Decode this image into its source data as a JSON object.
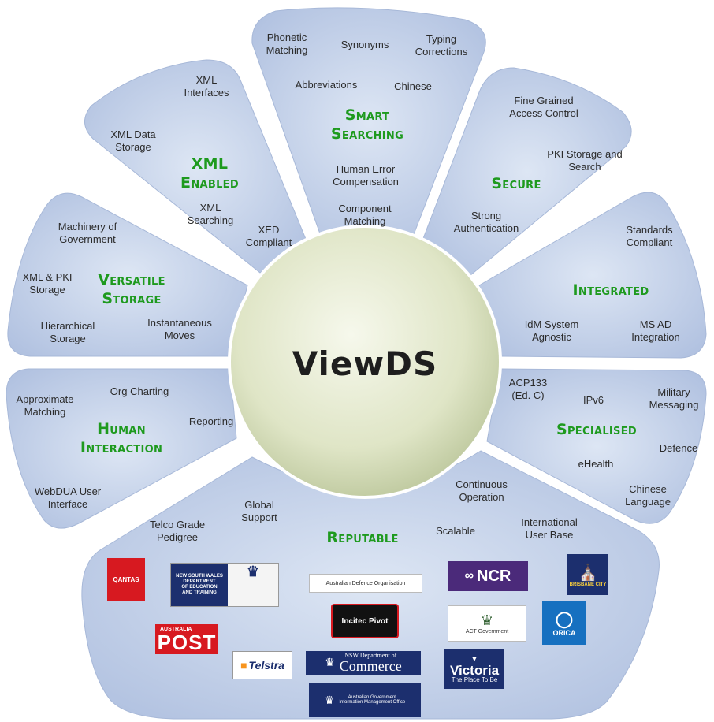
{
  "center": {
    "title": "ViewDS"
  },
  "petals": [
    {
      "id": "smart-searching",
      "heading": "Smart\nSearching",
      "items": [
        "Phonetic\nMatching",
        "Synonyms",
        "Typing\nCorrections",
        "Abbreviations",
        "Chinese",
        "Human Error\nCompensation",
        "Component\nMatching"
      ]
    },
    {
      "id": "secure",
      "heading": "Secure",
      "items": [
        "Fine Grained\nAccess Control",
        "PKI Storage and\nSearch",
        "Strong\nAuthentication"
      ]
    },
    {
      "id": "integrated",
      "heading": "Integrated",
      "items": [
        "Standards\nCompliant",
        "IdM System\nAgnostic",
        "MS AD\nIntegration"
      ]
    },
    {
      "id": "specialised",
      "heading": "Specialised",
      "items": [
        "ACP133\n(Ed. C)",
        "IPv6",
        "Military\nMessaging",
        "Defence",
        "eHealth",
        "Chinese\nLanguage"
      ]
    },
    {
      "id": "reputable",
      "heading": "Reputable",
      "items": [
        "Continuous\nOperation",
        "International\nUser Base",
        "Scalable",
        "Global\nSupport",
        "Telco Grade\nPedigree"
      ]
    },
    {
      "id": "human-interaction",
      "heading": "Human\nInteraction",
      "items": [
        "Approximate\nMatching",
        "Org Charting",
        "Reporting",
        "WebDUA User\nInterface"
      ]
    },
    {
      "id": "versatile-storage",
      "heading": "Versatile\nStorage",
      "items": [
        "Machinery of\nGovernment",
        "XML & PKI\nStorage",
        "Hierarchical\nStorage",
        "Instantaneous\nMoves"
      ]
    },
    {
      "id": "xml-enabled",
      "heading": "XML\nEnabled",
      "items": [
        "XML\nInterfaces",
        "XML Data\nStorage",
        "XML\nSearching",
        "XED\nCompliant"
      ]
    }
  ],
  "logos": {
    "qantas": "QANTAS",
    "nsw_education": "NEW SOUTH WALES\nDEPARTMENT\nOF EDUCATION\nAND TRAINING",
    "defence": "Australian Defence Organisation",
    "ncr": "NCR",
    "brisbane": "BRISBANE CITY",
    "australia_post_small": "AUSTRALIA",
    "australia_post": "POST",
    "incitec": "Incitec Pivot",
    "act": "ACT Government",
    "orica": "ORICA",
    "telstra": "Telstra",
    "nsw_commerce_small": "NSW Department of",
    "nsw_commerce": "Commerce",
    "victoria": "Victoria",
    "victoria_tag": "The Place To Be",
    "agimo": "Australian Government\nInformation Management Office"
  },
  "colors": {
    "petal_fill": "#b9c9e4",
    "petal_edge": "#9fb3d6",
    "hub_light": "#f2f5e6",
    "hub_dark": "#c5cfa8",
    "heading": "#1e9a1e",
    "qantas_red": "#d71920",
    "navy": "#1c2f6e",
    "ncr_purple": "#4b2a7a"
  }
}
